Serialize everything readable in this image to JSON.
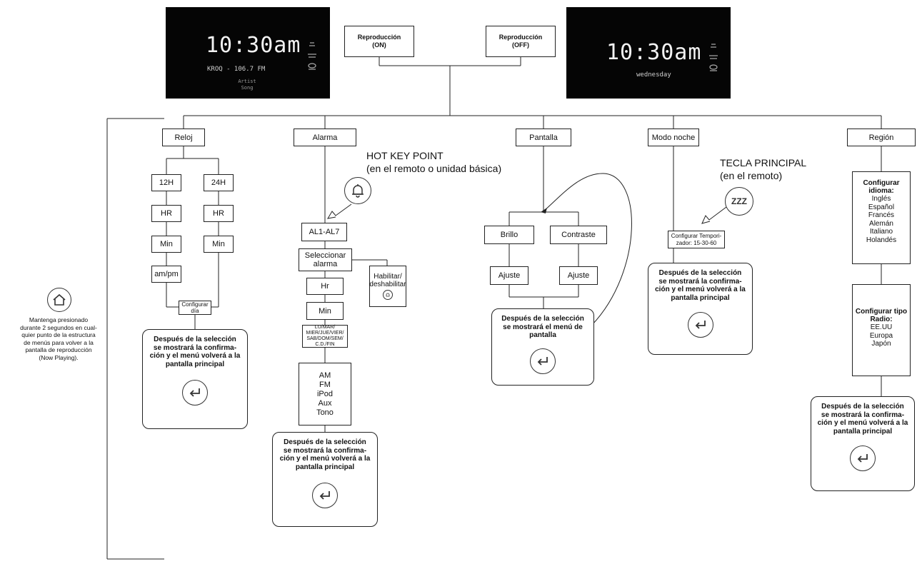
{
  "screens": {
    "left": {
      "time": "10:30am",
      "station": "KROQ - 106.7 FM",
      "artist": "Artist",
      "song": "Song"
    },
    "right": {
      "time": "10:30am",
      "day": "wednesday"
    }
  },
  "top": {
    "playback_on": "Reproducción\n(ON)",
    "playback_off": "Reproducción\n(OFF)"
  },
  "menus": {
    "reloj": "Reloj",
    "alarma": "Alarma",
    "pantalla": "Pantalla",
    "modo_noche": "Modo noche",
    "region": "Región"
  },
  "reloj": {
    "h12": "12H",
    "h24": "24H",
    "hr_left": "HR",
    "hr_right": "HR",
    "min_left": "Min",
    "min_right": "Min",
    "ampm": "am/pm",
    "configurar_dia": "Configurar\ndía",
    "confirm": "Después de la selección\nse mostrará la confirma-\nción y el menú volverá a la\npantalla principal"
  },
  "alarma": {
    "hotkey_title": "HOT KEY POINT",
    "hotkey_sub": "(en el remoto o unidad básica)",
    "al": "AL1-AL7",
    "seleccionar": "Seleccionar\nalarma",
    "habilitar": "Habilitar/\ndeshabilitar",
    "hr": "Hr",
    "min": "Min",
    "days": "LU/MAR/\nMIER/JUE/VIER/\nSAB/DOM/SEM/\nC.D./FIN",
    "sources": "AM\nFM\niPod\nAux\nTono",
    "confirm": "Después de la selección\nse mostrará la confirma-\nción y el menú volverá a la\npantalla principal"
  },
  "pantalla": {
    "brillo": "Brillo",
    "contraste": "Contraste",
    "ajuste_left": "Ajuste",
    "ajuste_right": "Ajuste",
    "confirm": "Después de la selección\nse mostrará el menú de\npantalla"
  },
  "noche": {
    "tecla_title": "TECLA PRINCIPAL",
    "tecla_sub": "(en el remoto)",
    "zzz": "ZZZ",
    "temporizador": "Configurar Tempori-\nzador: 15-30-60",
    "confirm": "Después de la selección\nse mostrará la confirma-\nción y el menú volverá a la\npantalla principal"
  },
  "region": {
    "idioma_title": "Configurar\nidioma:",
    "idiomas": "Inglés\nEspañol\nFrancés\nAlemán\nItaliano\nHolandés",
    "radio_title": "Configurar tipo\nRadio:",
    "radios": "EE.UU\nEuropa\nJapón",
    "confirm": "Después de la selección\nse mostrará la confirma-\nción y el menú volverá a la\npantalla principal"
  },
  "side_note": "Mantenga presionado\ndurante 2 segundos en cual-\nquier punto de la estructura\nde menús para volver a la\npantalla de reproducción\n(Now Playing)."
}
